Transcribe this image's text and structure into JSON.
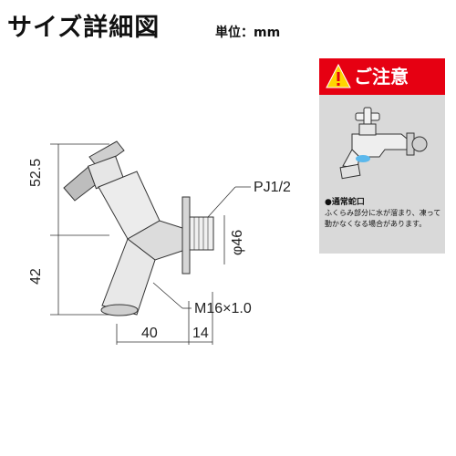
{
  "header": {
    "title": "サイズ詳細図",
    "unit_label": "単位：mm"
  },
  "dimensions": {
    "height_upper": "52.5",
    "height_lower": "42",
    "width_body": "40",
    "width_flange": "14",
    "thread_pipe": "PJ1/2",
    "diameter": "φ46",
    "thread_hose": "M16×1.0"
  },
  "caution": {
    "label": "ご注意",
    "note_title": "●通常蛇口",
    "note_text": "ふくらみ部分に水が溜まり、凍って動かなくなる場合があります。",
    "colors": {
      "banner": "#e60012",
      "icon": "#ffd400",
      "panel": "#d9d9d9"
    }
  }
}
